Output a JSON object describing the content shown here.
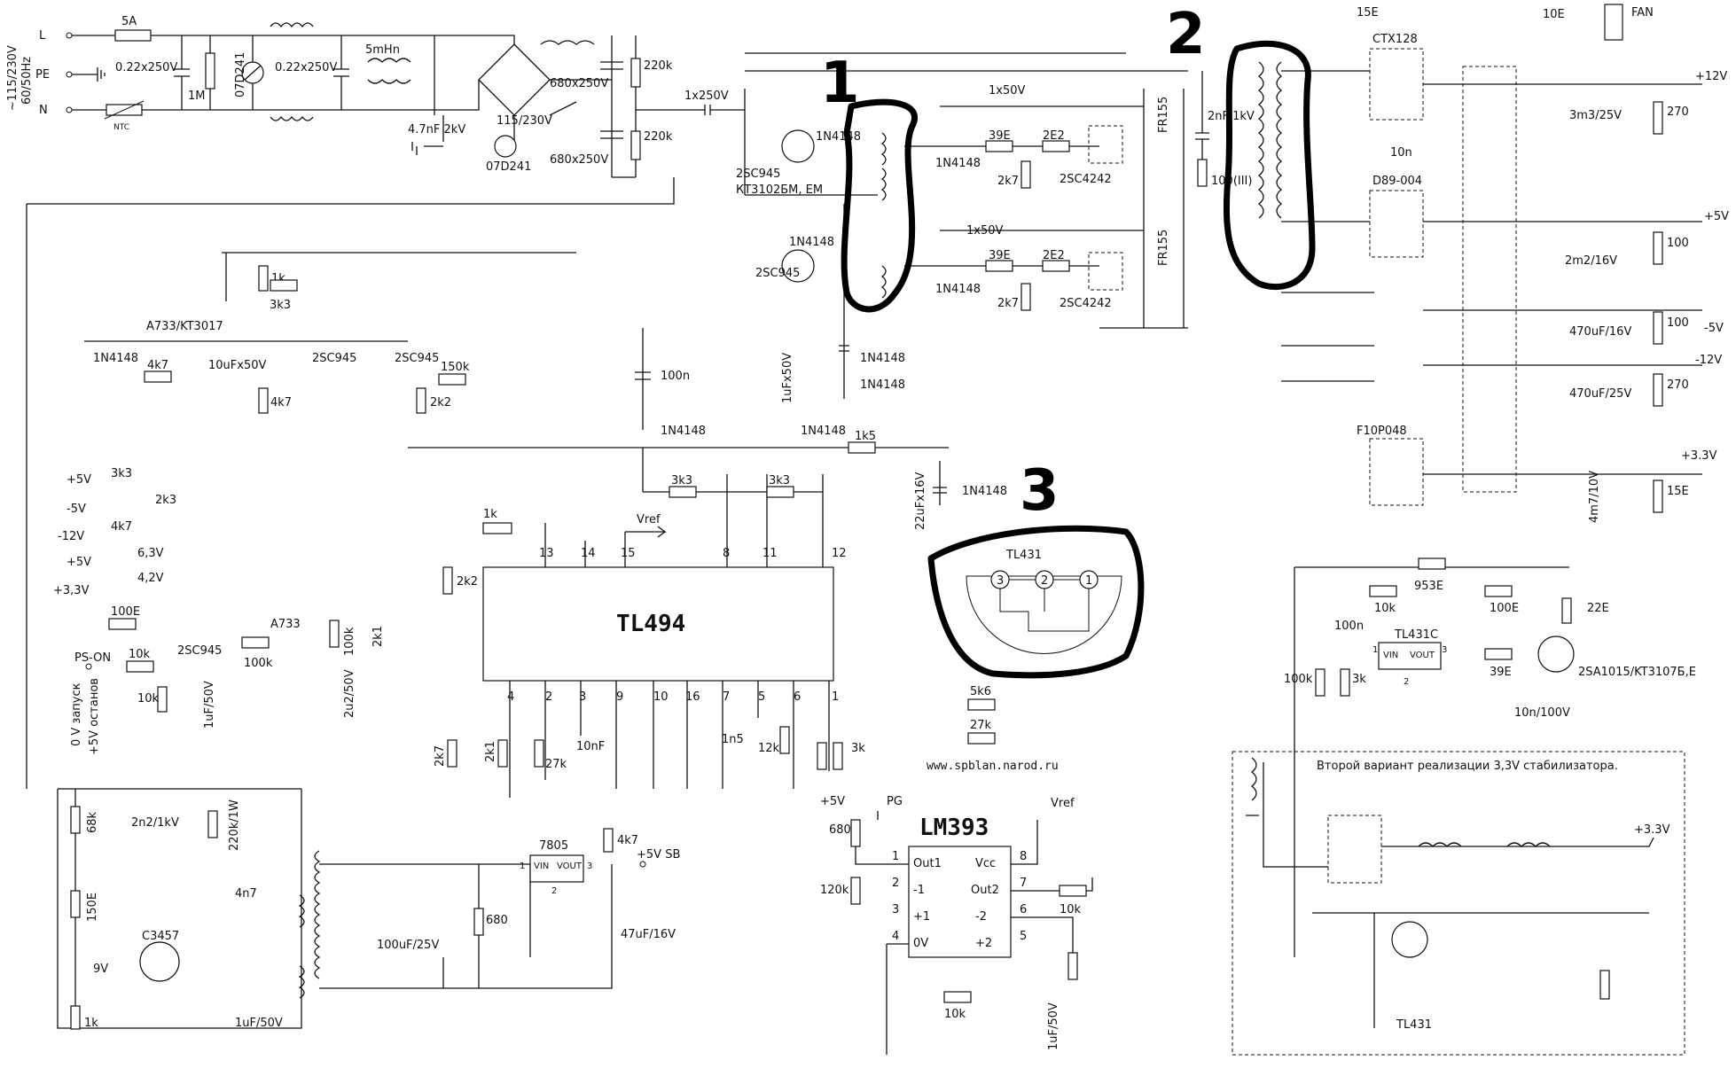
{
  "diagram": {
    "title_chip": "TL494",
    "comparator_chip": "LM393",
    "url": "www.spblan.narod.ru",
    "mains": {
      "voltage": "~115/230V",
      "freq": "60/50Hz",
      "L": "L",
      "PE": "PE",
      "N": "N",
      "fuse": "5A",
      "ntc": "NTC",
      "c1": "0.22x250V",
      "c2": "0.22x250V",
      "r1": "1M",
      "varistor": "07D241",
      "choke": "5mHn",
      "c_y": "4.7nF 2kV",
      "switch": "115/230V",
      "varistor2": "07D241",
      "cap_a": "680x250V",
      "cap_b": "680x250V",
      "r_a": "220k",
      "r_b": "220k",
      "c_cpl": "1x250V"
    },
    "driver": {
      "q1": "2SC945",
      "q1_alt": "КТ3102БМ, ЕМ",
      "q2": "2SC945",
      "d1": "1N4148",
      "d2": "1N4148",
      "d3": "1N4148",
      "d4": "1N4148",
      "d5": "1N4148",
      "d6": "1N4148",
      "c1": "1x50V",
      "c2": "1x50V",
      "r39a": "39E",
      "r39b": "39E",
      "r2e2a": "2E2",
      "r2e2b": "2E2",
      "r2k7a": "2k7",
      "r2k7b": "2k7",
      "sw1": "2SC4242",
      "sw2": "2SC4242",
      "fr1": "FR155",
      "fr2": "FR155",
      "c_snub": "2nF 1kV",
      "r_snub": "100(III)",
      "c_1u": "1uFx50V"
    },
    "outputs": {
      "d_12": "CTX128",
      "c15e": "15E",
      "c10n": "10n",
      "d_5": "D89-004",
      "d_33": "F10P048",
      "fan": "FAN",
      "r10e": "10E",
      "v12": "+12V",
      "v5": "+5V",
      "vm5": "-5V",
      "vm12": "-12V",
      "v33": "+3.3V",
      "c_12": "3m3/25V",
      "r_12": "270",
      "c_5": "2m2/16V",
      "r_5": "100",
      "c_m5": "470uF/16V",
      "r_m5": "100",
      "c_m12": "470uF/25V",
      "r_m12": "270",
      "c_33": "4m7/10V",
      "r_33": "15E"
    },
    "supervisor": {
      "a733": "A733/KT3017",
      "r1k": "1k",
      "r3k3": "3k3",
      "d1n": "1N4148",
      "r4k7": "4k7",
      "c10u": "10uFx50V",
      "q2sc": "2SC945",
      "q2sc_b": "2SC945",
      "r4k7b": "4k7",
      "r150k": "150k",
      "r2k2": "2k2",
      "p5": "+5V",
      "m5": "-5V",
      "m12": "-12V",
      "p5b": "+5V",
      "p33": "+3,3V",
      "r3k3b": "3k3",
      "r2k3": "2k3",
      "r4k7c": "4k7",
      "z63": "6,3V",
      "z42": "4,2V",
      "r100e": "100E",
      "pson": "PS-ON",
      "r10k": "10k",
      "r10kb": "10k",
      "q_pson": "2SC945",
      "r100k": "100k",
      "c1u": "1uF/50V",
      "q_a733": "A733",
      "note_0v": "0 V запуск",
      "note_5v": "+5V останов"
    },
    "tl494_pins": {
      "p13": "13",
      "p14": "14",
      "p15": "15",
      "p8": "8",
      "p11": "11",
      "p12": "12",
      "p4": "4",
      "p2": "2",
      "p3": "3",
      "p9": "9",
      "p10": "10",
      "p16": "16",
      "p7": "7",
      "p5": "5",
      "p6": "6",
      "p1": "1"
    },
    "tl494_parts": {
      "vref": "Vref",
      "r1k": "1k",
      "r2k2": "2k2",
      "r2k7": "2k7",
      "r2k1": "2k1",
      "r27k": "27k",
      "c10nf": "10nF",
      "c1n5": "1n5",
      "r12k": "12k",
      "r3k": "3k",
      "r100k": "100k",
      "r2k1b": "2k1",
      "c2u2": "2u2/50V",
      "c100n": "100n",
      "d1n": "1N4148",
      "d1n_b": "1N4148",
      "r1k5": "1k5",
      "d1n_c": "1N4148",
      "r3k3a": "3k3",
      "r3k3b": "3k3",
      "c22u": "22uFx16V",
      "r5k6": "5k6",
      "r27kb": "27k"
    },
    "tl431_detail": {
      "label": "TL431",
      "pin3": "3",
      "pin2": "2",
      "pin1": "1"
    },
    "reg33": {
      "r953": "953E",
      "c100n": "100n",
      "r10k": "10k",
      "r100e": "100E",
      "r22e": "22E",
      "ic": "TL431C",
      "vin": "VIN",
      "vout": "VOUT",
      "r39e": "39E",
      "q": "2SA1015/KT3107Б,Е",
      "r100k": "100k",
      "r3k": "3k",
      "c10n": "10n/100V",
      "p1": "1",
      "p3": "3",
      "p2": "2"
    },
    "standby": {
      "r68k": "68k",
      "c2n2": "2n2/1kV",
      "r220k": "220k/1W",
      "r150e": "150E",
      "c4n7": "4n7",
      "q": "C3457",
      "z9v": "9V",
      "r1k": "1k",
      "c1u": "1uF/50V",
      "ic": "7805",
      "vin": "VIN",
      "vout": "VOUT",
      "pin1": "1",
      "pin3": "3",
      "pin2": "2",
      "c100u": "100uF/25V",
      "r680": "680",
      "r4k7": "4k7",
      "c47u": "47uF/16V",
      "out": "+5V SB"
    },
    "lm393": {
      "p5v": "+5V",
      "pg": "PG",
      "vref": "Vref",
      "r680": "680",
      "r120k": "120k",
      "out1": "Out1",
      "m1": "-1",
      "p1": "+1",
      "gnd": "0V",
      "vcc": "Vcc",
      "out2": "Out2",
      "m2": "-2",
      "p2": "+2",
      "r10k": "10k",
      "r10kb": "10k",
      "c1u": "1uF/50V",
      "n1": "1",
      "n2": "2",
      "n3": "3",
      "n4": "4",
      "n8": "8",
      "n7": "7",
      "n6": "6",
      "n5": "5"
    },
    "alt33": {
      "note": "Второй вариант реализации 3,3V стабилизатора.",
      "out": "+3.3V",
      "ic": "TL431"
    },
    "marks": {
      "m1": "1",
      "m2": "2",
      "m3": "3"
    }
  }
}
